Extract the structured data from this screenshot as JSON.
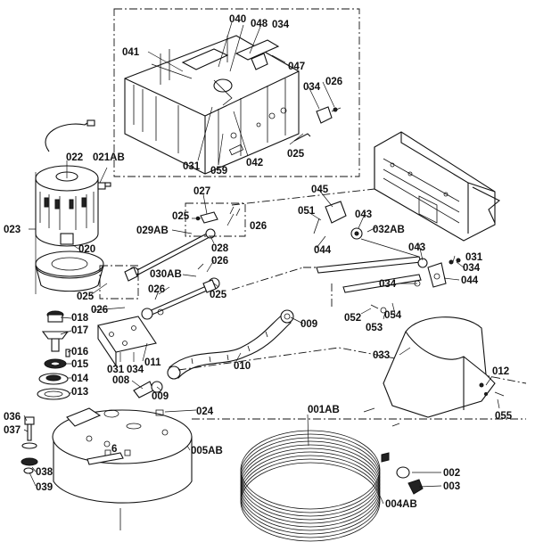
{
  "labels": {
    "p001AB": "001AB",
    "p002": "002",
    "p003": "003",
    "p004AB": "004AB",
    "p005AB": "005AB",
    "p008": "008",
    "p009a": "009",
    "p009b": "009",
    "p010": "010",
    "p011": "011",
    "p012": "012",
    "p013": "013",
    "p014": "014",
    "p015": "015",
    "p016": "016",
    "p017": "017",
    "p018": "018",
    "p020": "020",
    "p021AB": "021AB",
    "p022": "022",
    "p023": "023",
    "p024": "024",
    "p025a": "025",
    "p025b": "025",
    "p025c": "025",
    "p025d": "025",
    "p026a": "026",
    "p026b": "026",
    "p026c": "026",
    "p026d": "026",
    "p026e": "026",
    "p027": "027",
    "p028": "028",
    "p029AB": "029AB",
    "p030AB": "030AB",
    "p031a": "031",
    "p031b": "031",
    "p031c": "031",
    "p032AB": "032AB",
    "p033": "033",
    "p034a": "034",
    "p034b": "034",
    "p034c": "034",
    "p034d": "034",
    "p034e": "034",
    "p036": "036",
    "p037": "037",
    "p038": "038",
    "p039": "039",
    "p040": "040",
    "p041": "041",
    "p042": "042",
    "p043a": "043",
    "p043b": "043",
    "p044a": "044",
    "p044b": "044",
    "p045": "045",
    "p047": "047",
    "p048": "048",
    "p051": "051",
    "p052": "052",
    "p053": "053",
    "p054": "054",
    "p055": "055",
    "p059": "059",
    "p006": "6"
  }
}
